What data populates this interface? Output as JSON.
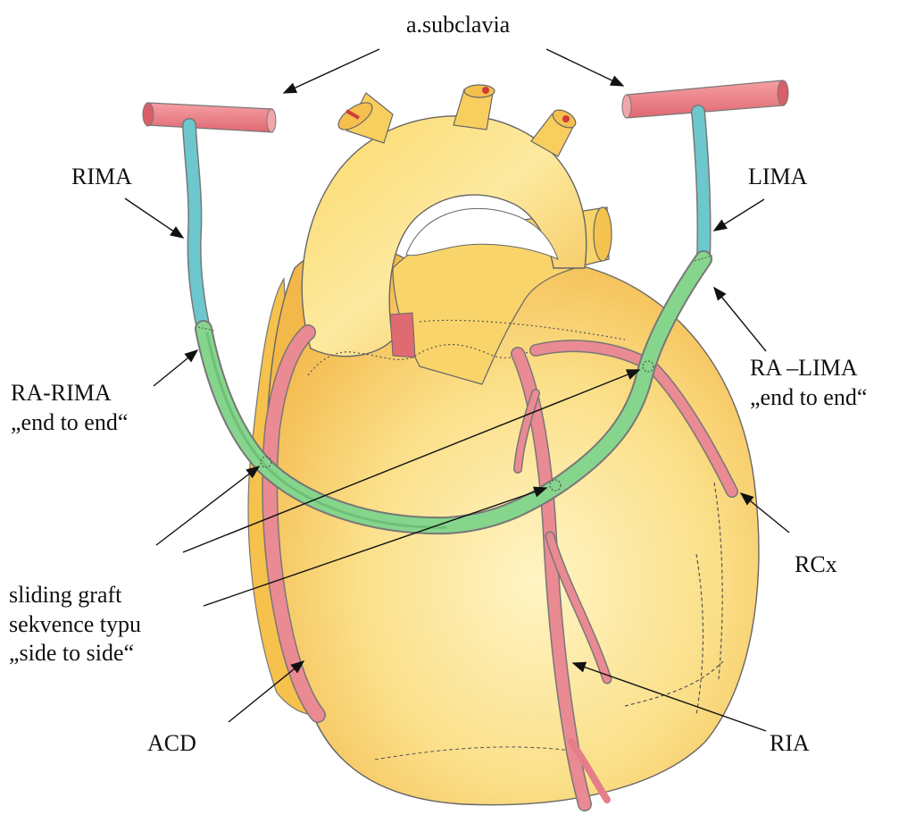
{
  "labels": {
    "subclavia": "a.subclavia",
    "rima": "RIMA",
    "lima": "LIMA",
    "ra_rima_1": "RA-RIMA",
    "ra_rima_2": "„end to end“",
    "ra_lima_1": "RA –LIMA",
    "ra_lima_2": "„end to end“",
    "rcx": "RCx",
    "sliding_1": "sliding graft",
    "sliding_2": "sekvence typu",
    "sliding_3": "„side to side“",
    "acd": "ACD",
    "ria": "RIA"
  },
  "colors": {
    "heart": "#f9d770",
    "heart_shade": "#f0b040",
    "heart_light": "#fff1b8",
    "artery": "#e9808a",
    "subclavia": "#ec7f86",
    "ima": "#6cc8cc",
    "radial_graft": "#7ccf82",
    "outline": "#555555"
  }
}
